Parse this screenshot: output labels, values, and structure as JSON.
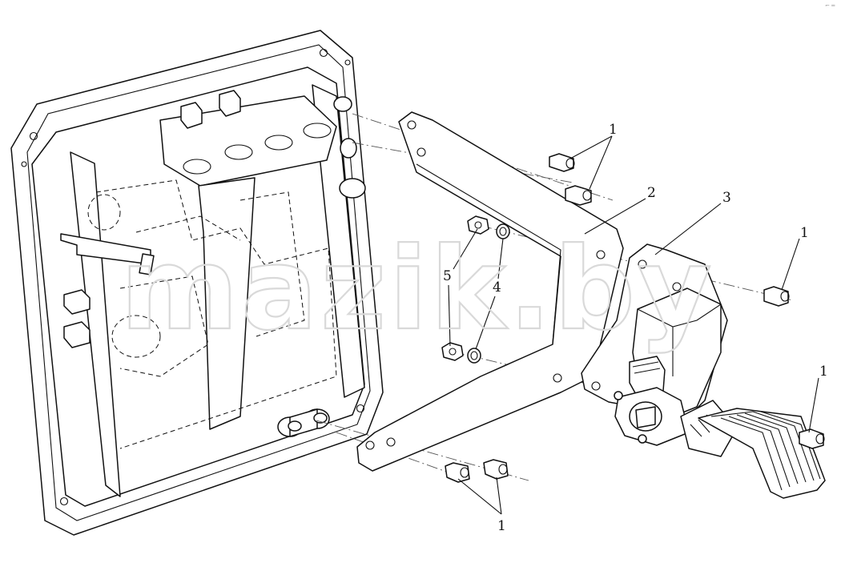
{
  "diagram": {
    "watermark": "mazik.by",
    "corner_mark": "⌐ ═",
    "callouts": [
      {
        "id": "callout-1-top",
        "label": "1"
      },
      {
        "id": "callout-2",
        "label": "2"
      },
      {
        "id": "callout-3",
        "label": "3"
      },
      {
        "id": "callout-1-right",
        "label": "1"
      },
      {
        "id": "callout-5",
        "label": "5"
      },
      {
        "id": "callout-4",
        "label": "4"
      },
      {
        "id": "callout-1-far-right",
        "label": "1"
      },
      {
        "id": "callout-1-bottom",
        "label": "1"
      }
    ]
  }
}
